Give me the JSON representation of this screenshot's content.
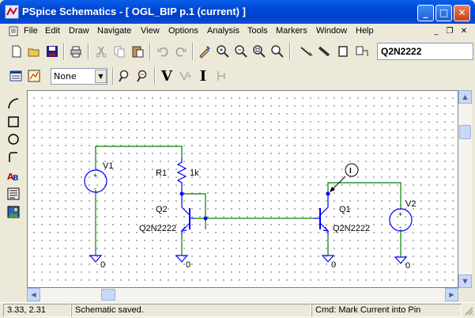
{
  "window": {
    "title": "PSpice Schematics - [ OGL_BIP  p.1 (current) ]",
    "minimize": "_",
    "maximize": "□",
    "close": "✕"
  },
  "menu": [
    "File",
    "Edit",
    "Draw",
    "Navigate",
    "View",
    "Options",
    "Analysis",
    "Tools",
    "Markers",
    "Window",
    "Help"
  ],
  "toolbar": {
    "part_name": "Q2N2222",
    "style_select": "None",
    "voltage_marker_label": "V",
    "current_marker_label": "I"
  },
  "schematic": {
    "parts": {
      "v1_name": "V1",
      "v2_name": "V2",
      "r1_name": "R1",
      "r1_value": "1k",
      "q2_name": "Q2",
      "q2_model": "Q2N2222",
      "q1_name": "Q1",
      "q1_model": "Q2N2222",
      "gnd_label": "0",
      "src_plus": "+",
      "src_minus": "-",
      "current_marker": "I"
    }
  },
  "status": {
    "coords": "3.33, 2.31",
    "message": "Schematic saved.",
    "command": "Cmd: Mark Current into Pin"
  },
  "colors": {
    "wire": "#008000",
    "part": "#0000FF",
    "titlebar": "#0047D6"
  }
}
